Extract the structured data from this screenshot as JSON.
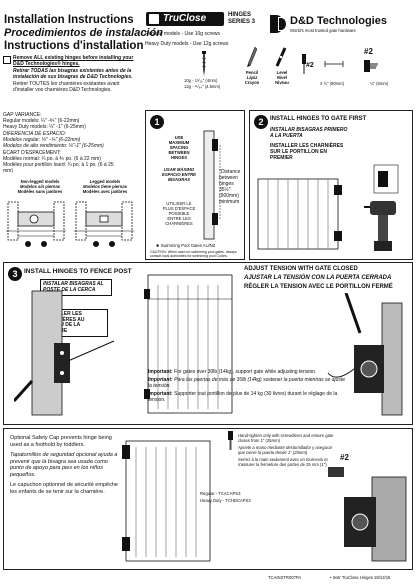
{
  "header": {
    "title_en": "Installation Instructions",
    "title_es": "Procedimientos de instalación",
    "title_fr": "Instructions d'installation",
    "product_logo": "TruClose",
    "series_line1": "HINGES",
    "series_line2": "SERIES 3",
    "regular_models": "Regular models - Use 10g screws",
    "heavy_models": "Heavy Duty models - Use 12g screws",
    "company": "D&D Technologies",
    "tagline": "World's most trusted gate hardware"
  },
  "tools": {
    "screw_10g": "10g - 1³/₁₆\" (4mm)",
    "screw_12g": "12g - ¹¹/₆₄\" (4.5mm)",
    "pencil": "Pencil",
    "pencil_es": "Lápiz",
    "pencil_fr": "Crayon",
    "level": "Level",
    "level_es": "Nivel",
    "level_fr": "Niveau",
    "measure": "3 ½\" (90mm)",
    "drill": "¼\" (6mm)",
    "drive_a": "#2",
    "drive_b": "#2"
  },
  "warning": {
    "line1": "Remove ALL existing hinges before installing your D&D Technologies® hinges.",
    "line2": "Retirar TODAS las bisagras existentes antes de la instalación de sus bisagras de D&D Technologies.",
    "line3": "Retirer TOUTES les charnières existantes avant d'installer vos charnières D&D Technologies."
  },
  "gap": {
    "title": "GAP VARIANCE:",
    "reg": "Regular models: ¼\" -⅗\" (6-22mm)",
    "hd": "Heavy Duty models: ¼\" -1\" (6-25mm)",
    "title_es": "DIFERENCIA DE ESPACIO:",
    "reg_es": "Modelos regular: ¼\" -⅗\" (6-22mm)",
    "hd_es": "Modelos de alto rendimiento: ¼\"-1\" (6-25mm)",
    "title_fr": "ÉCART D'ESPACEMENT:",
    "reg_fr": "Modèles normal: ¼ po. à ⅗ po. (6 à 22 mm)",
    "hd_fr": "Modèles pour portillon lourd: ¼ po. à 1 po. (6 à 25 mm)",
    "nonlegged": "Non-legged models",
    "nonlegged_es": "Modelos sin piernas",
    "nonlegged_fr": "Modèles sans jambres",
    "legged": "Legged models",
    "legged_es": "Modelos tiene piernas",
    "legged_fr": "Modèles avec jambres"
  },
  "step1": {
    "num": "1",
    "use_max": "USE MAXIMUM SPACING BETWEEN HINGES",
    "use_max_es": "USAR MÁXIMO ESPACIO ENTRE BISAGRAS",
    "use_max_fr": "UTILISER LE PLUS D'ESPACE POSSIBLE ENTRE LES CHARNIÈRES",
    "distance": "*Distance between hinges",
    "distance_val": "35½\" (900mm) minimum",
    "pool_note": "✱ Swimming Pool Gates AU/NZ",
    "caution": "CAUTION: When used on swimming pool gates, always consult local authorities for swimming pool Codes."
  },
  "step2": {
    "num": "2",
    "title": "INSTALL HINGES TO GATE FIRST",
    "title_es": "INSTALAR BISAGRAS PRIMERO A LA PUERTA",
    "title_fr": "INSTALLER LES CHARNIÈRES SUR LE PORTILLON EN PREMIER"
  },
  "step3": {
    "num": "3",
    "title": "INSTALL HINGES TO FENCE POST",
    "title_es": "INSTALAR BISAGRAS AL POSTE DE LA CERCA",
    "title_fr": "INSTALLER LES CHARNIÈRES AU POTEAU DE LA CLÔTURE"
  },
  "tension": {
    "en": "ADJUST TENSION WITH GATE CLOSED",
    "es": "AJUSTAR LA TENSIÓN CON LA PUERTA CERRADA",
    "fr": "RÉGLER LA TENSION AVEC LE PORTILLON FERMÉ",
    "imp_label": "Important:",
    "imp_en": "For gates over 30lb (14kg), support gate while adjusting tension.",
    "imp_es": "Para las puertas de más de 30lb (14kg) sostener la puerta mientras se ajuste la tensión.",
    "imp_fr": "Supporter tout portillon de plus de 14 kg (30 livres) durant le réglage de la tension."
  },
  "cap": {
    "en": "Optional Safety Cap prevents hinge being used as a foothold by toddlers.",
    "es": "Tapatornillos de seguridad opcional ayuda a prevenir que la bisagra sea usada como punto de apoyo para pies en los niños pequeños.",
    "fr": "Le capuchon optionnel de sécurité empêche les enfants de se tenir sur la charnière.",
    "tighten_en": "Hand-tighten only with screwdriver and ensure gate closes from 1\" (25mm)",
    "tighten_es": "Apriete a mano mediante destornillador y asegurar que cierre la puerta desde 1\" (25mm)",
    "tighten_fr": "Serrez à la main seulement avec un tournevis et s'assurer la fermeture des portes de 25 mm (1\")",
    "regular_code": "Regular - TCACAPS3",
    "heavy_code": "Heavy Duty - TCHDCAPS3",
    "drive": "#2"
  },
  "footer": {
    "code": "TCAINSTR007PA",
    "date": "• Instr TruClose Hinges 18/12/15"
  }
}
